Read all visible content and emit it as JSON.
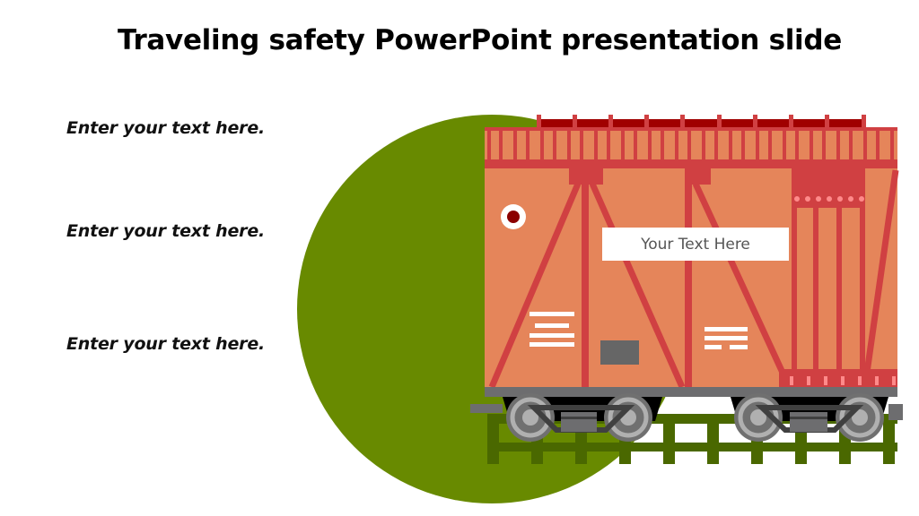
{
  "slide": {
    "title": "Traveling safety PowerPoint presentation slide",
    "bullets": [
      {
        "text": "Enter your text here."
      },
      {
        "text": "Enter your text here."
      },
      {
        "text": "Enter your text here."
      }
    ],
    "car_label": "Your Text Here"
  },
  "colors": {
    "background": "#FFFFFF",
    "circle_green": "#688A00",
    "track_green": "#4A6800",
    "car_body_orange": "#E5855A",
    "frame_red": "#D04042",
    "roof_rail_dark_red": "#A00000",
    "rivet_pink": "#FF8A8A",
    "chassis_gray": "#6D6D6F",
    "wheel_gray": "#707070",
    "wheel_light": "#B0B0B0",
    "wheel_dark": "#404040",
    "label_text": "#555555",
    "porthole_dark_red": "#8B0000"
  },
  "icons": [
    "train-freight-car-illustration",
    "green-circle-shape",
    "railway-track"
  ]
}
